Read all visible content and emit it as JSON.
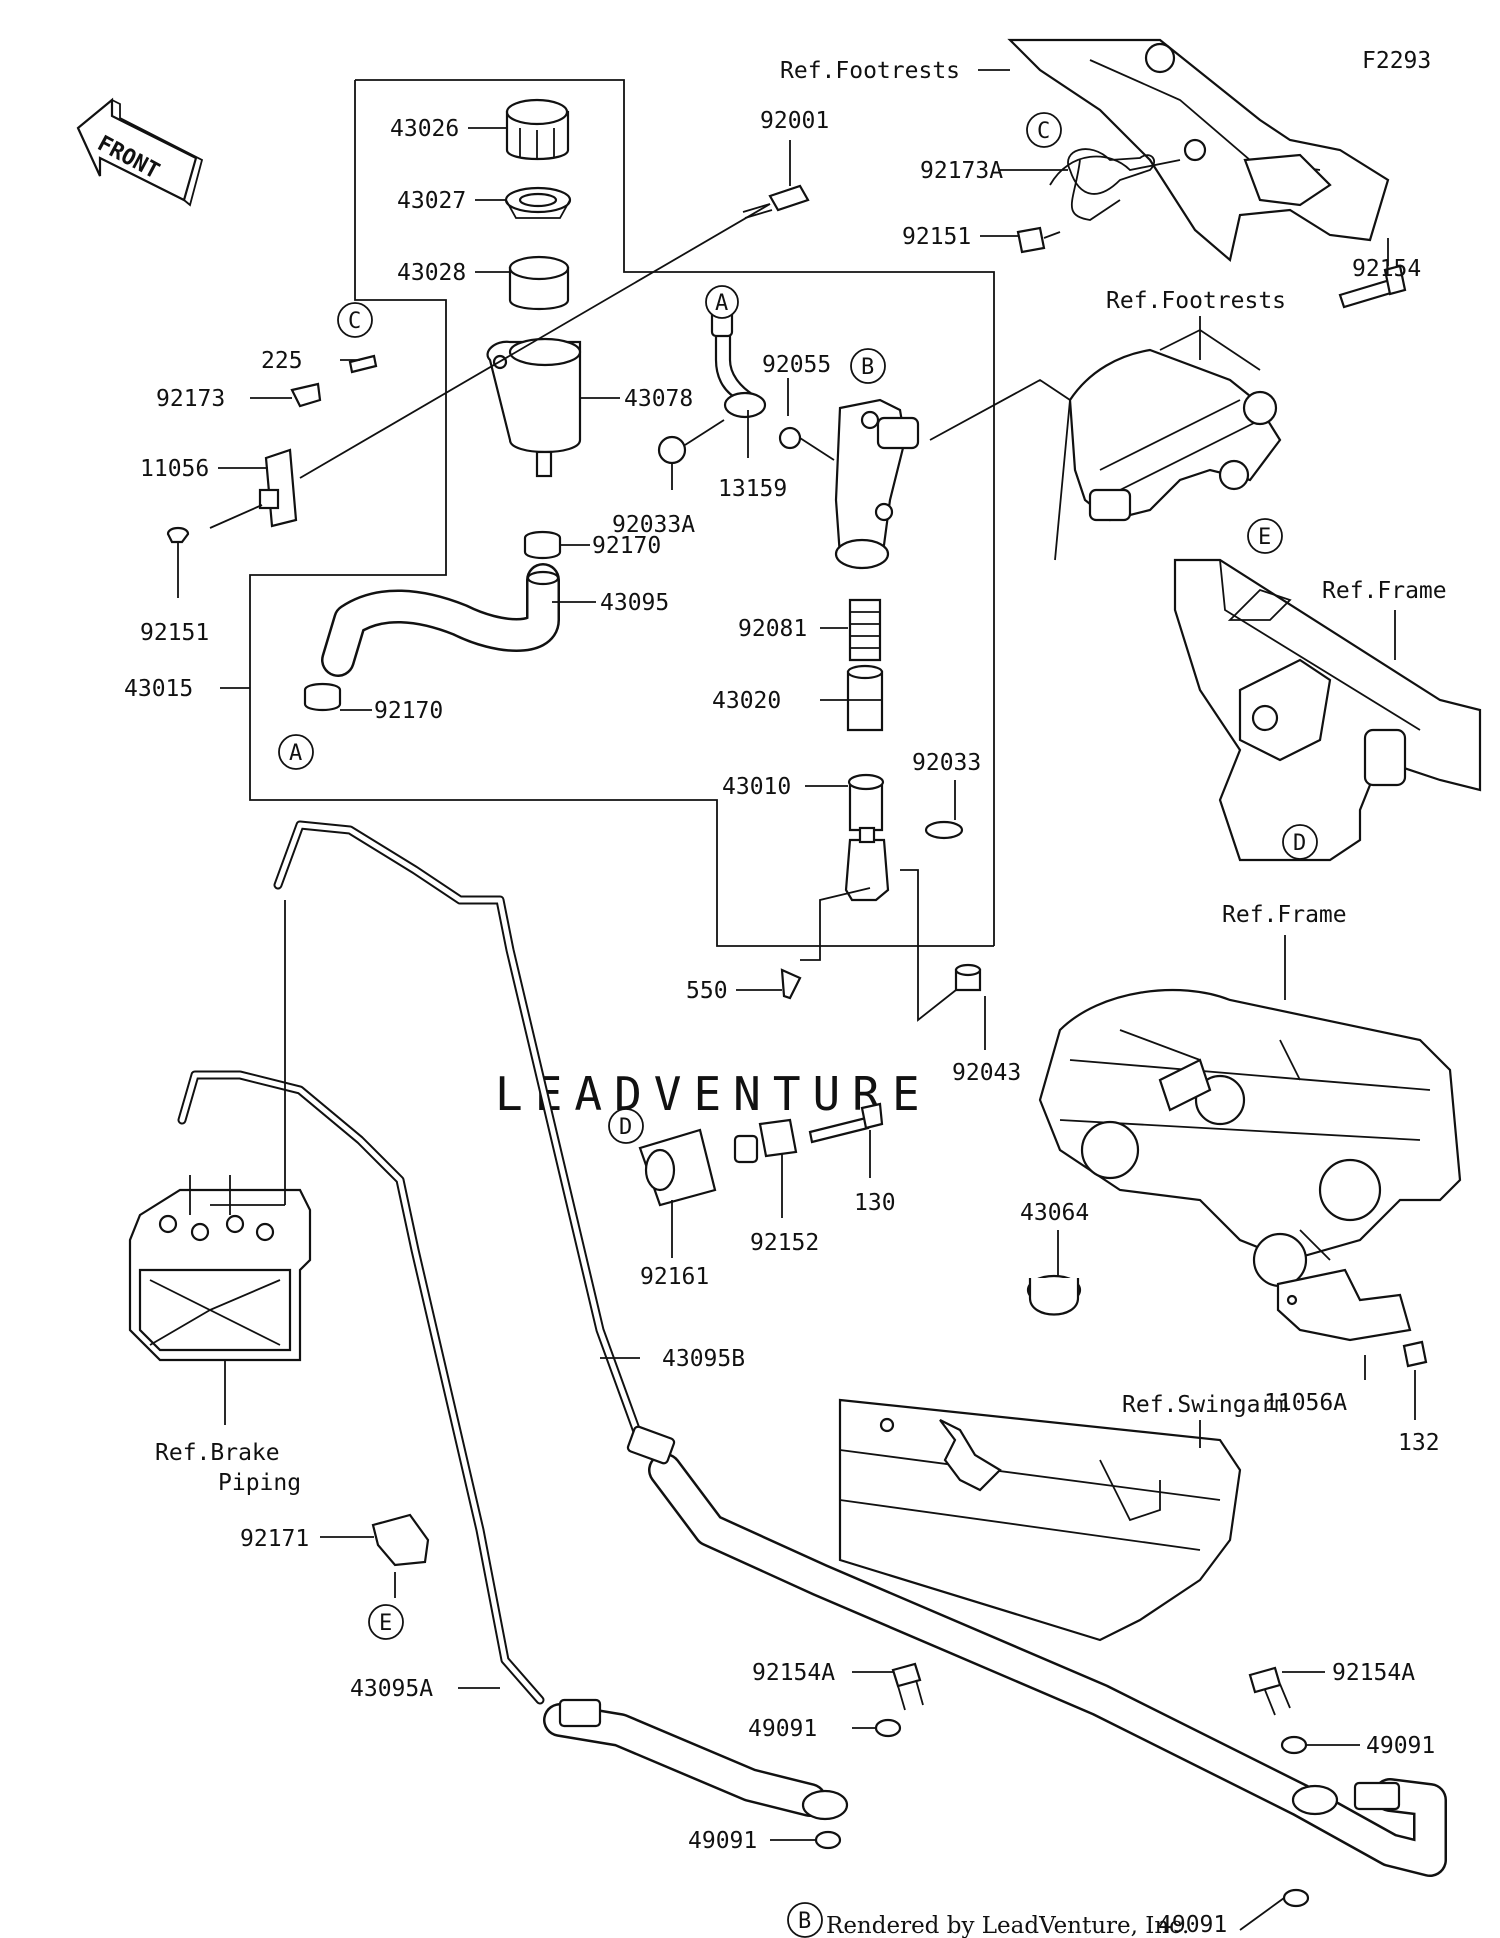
{
  "figure_code": "F2293",
  "front_label": "FRONT",
  "watermark": "LEADVENTURE",
  "footer": "Rendered by LeadVenture, Inc.",
  "refs": {
    "footrests_top": "Ref.Footrests",
    "footrests_mid": "Ref.Footrests",
    "frame_upper": "Ref.Frame",
    "frame_lower": "Ref.Frame",
    "swingarm": "Ref.Swingarm",
    "brake_piping_1": "Ref.Brake",
    "brake_piping_2": "Piping"
  },
  "parts": {
    "p43026": "43026",
    "p43027": "43027",
    "p43028": "43028",
    "p92001": "92001",
    "p225": "225",
    "p92173": "92173",
    "p11056": "11056",
    "p92151_left": "92151",
    "p43078": "43078",
    "p92055": "92055",
    "p13159": "13159",
    "p92033A": "92033A",
    "p92170_upper": "92170",
    "p43095": "43095",
    "p43015": "43015",
    "p92170_lower": "92170",
    "p92081": "92081",
    "p43020": "43020",
    "p43010": "43010",
    "p92033": "92033",
    "p550": "550",
    "p92043": "92043",
    "p92161": "92161",
    "p92152": "92152",
    "p130": "130",
    "p43095B": "43095B",
    "p92171": "92171",
    "p43095A": "43095A",
    "p92154A_left": "92154A",
    "p49091_a": "49091",
    "p49091_b": "49091",
    "p92173A": "92173A",
    "p92151_right": "92151",
    "p92154": "92154",
    "p43064": "43064",
    "p11056A": "11056A",
    "p132": "132",
    "p92154A_right": "92154A",
    "p49091_c": "49091",
    "p49091_d": "49091"
  },
  "callouts": {
    "A_top": "A",
    "A_bottom": "A",
    "B_top": "B",
    "B_bottom": "B",
    "C_left": "C",
    "C_right": "C",
    "D_left": "D",
    "D_right": "D",
    "E_left": "E",
    "E_right": "E"
  }
}
